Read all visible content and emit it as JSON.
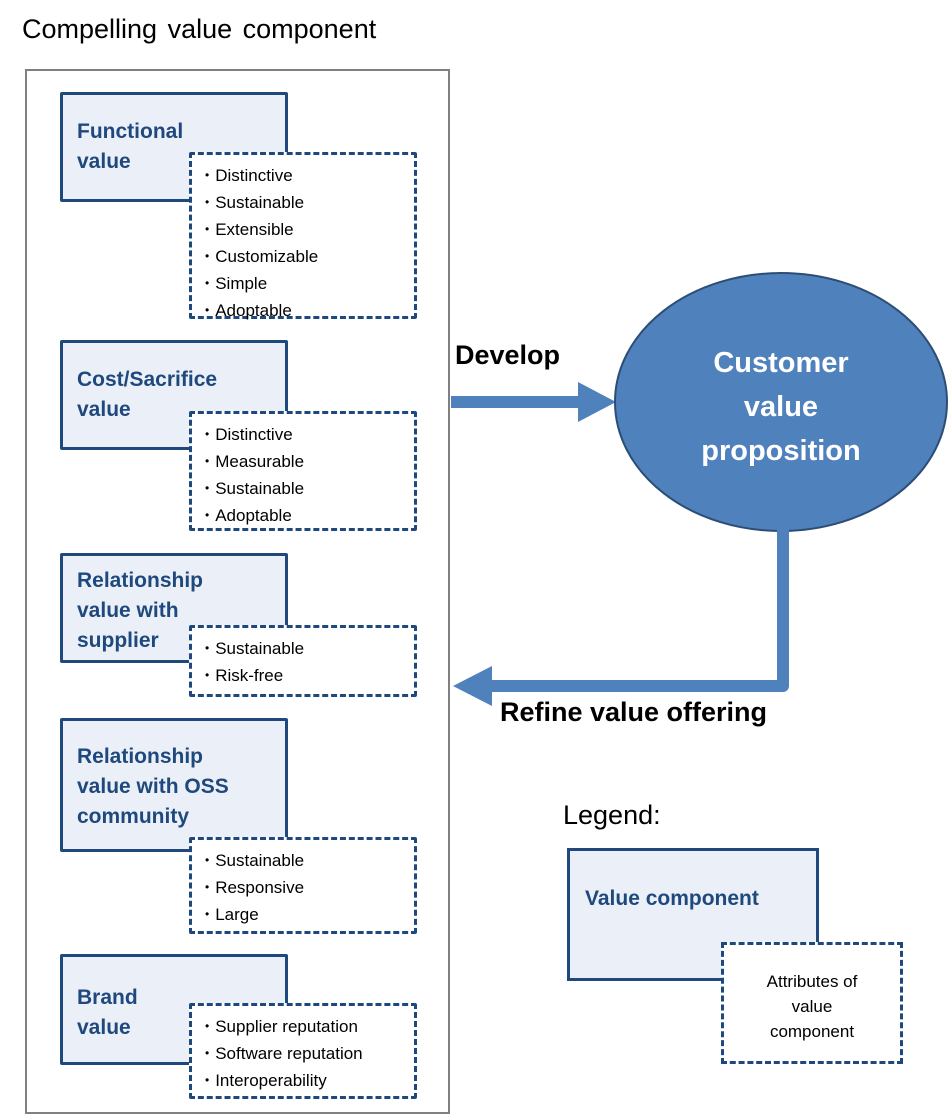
{
  "title": "Compelling value component",
  "components": [
    {
      "name": "Functional value",
      "lines": [
        "Functional",
        "value"
      ],
      "attributes": [
        "Distinctive",
        "Sustainable",
        "Extensible",
        "Customizable",
        "Simple",
        "Adoptable"
      ]
    },
    {
      "name": "Cost/Sacrifice value",
      "lines": [
        "Cost/Sacrifice",
        "value"
      ],
      "attributes": [
        "Distinctive",
        "Measurable",
        "Sustainable",
        "Adoptable"
      ]
    },
    {
      "name": "Relationship value with supplier",
      "lines": [
        "Relationship",
        "value with",
        "supplier"
      ],
      "attributes": [
        "Sustainable",
        "Risk-free"
      ]
    },
    {
      "name": "Relationship value with OSS community",
      "lines": [
        "Relationship",
        "value with OSS",
        "community"
      ],
      "attributes": [
        "Sustainable",
        "Responsive",
        "Large"
      ]
    },
    {
      "name": "Brand value",
      "lines": [
        "Brand",
        "value"
      ],
      "attributes": [
        "Supplier reputation",
        "Software reputation",
        "Interoperability"
      ]
    }
  ],
  "flow": {
    "develop_label": "Develop",
    "refine_label": "Refine value offering",
    "target_lines": [
      "Customer",
      "value",
      "proposition"
    ]
  },
  "legend": {
    "title": "Legend:",
    "component_label": "Value component",
    "attribute_lines": [
      "Attributes of",
      "value",
      "component"
    ]
  },
  "colors": {
    "component_fill": "#ebeff8",
    "component_border": "#1f497d",
    "arrow": "#4f81bd",
    "ellipse_fill": "#4f81bd",
    "ellipse_border": "#2c4d75"
  }
}
